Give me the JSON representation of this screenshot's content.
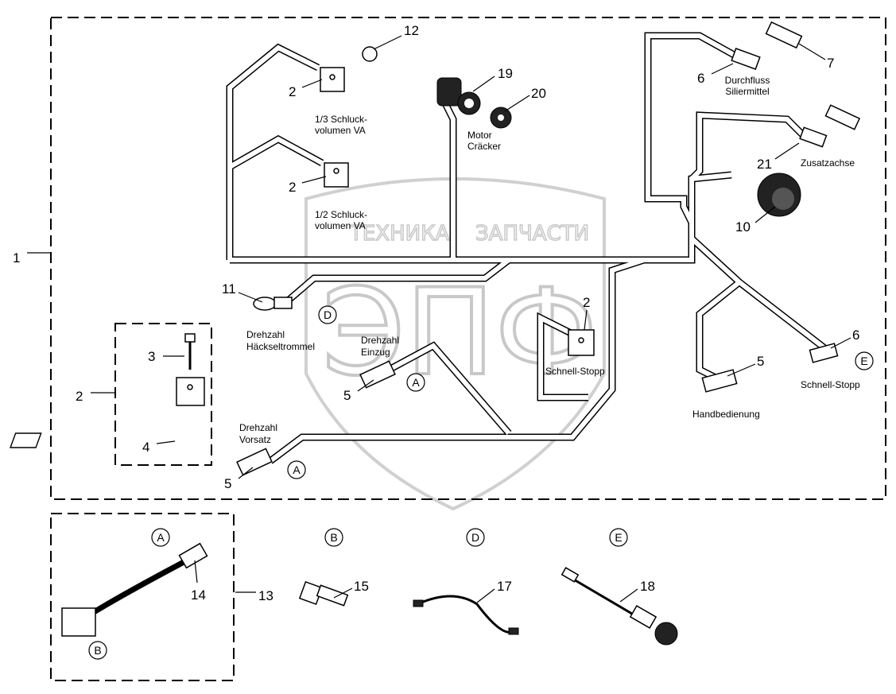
{
  "watermark": {
    "top_left": "ТЕХНИКА",
    "top_right": "ЗАПЧАСТИ",
    "big": "ЭПФ"
  },
  "callouts": {
    "c1": "1",
    "c12": "12",
    "c19": "19",
    "c20": "20",
    "c2a": "2",
    "c2b": "2",
    "c6a": "6",
    "c7": "7",
    "c21": "21",
    "c10": "10",
    "c11": "11",
    "c2c": "2",
    "c6b": "6",
    "c5a": "5",
    "c3": "3",
    "c2d": "2",
    "c4": "4",
    "c5b": "5",
    "c5c": "5",
    "c14": "14",
    "c13": "13",
    "c15": "15",
    "c17": "17",
    "c18": "18"
  },
  "letters": {
    "d_main": "D",
    "a_einzug": "A",
    "a_vorsatz": "A",
    "e_main": "E",
    "a_detail": "A",
    "b_detail_sub": "B",
    "b_detail": "B",
    "d_detail": "D",
    "e_detail": "E"
  },
  "labels": {
    "schluck13": [
      "1/3 Schluck-",
      "volumen VA"
    ],
    "schluck12": [
      "1/2 Schluck-",
      "volumen VA"
    ],
    "motor": [
      "Motor",
      "Cräcker"
    ],
    "durchfluss": [
      "Durchfluss",
      "Siliermittel"
    ],
    "zusatzachse": "Zusatzachse",
    "haeckseltrommel": [
      "Drehzahl",
      "Häckseltrommel"
    ],
    "einzug": [
      "Drehzahl",
      "Einzug"
    ],
    "schnellstopp_center": "Schnell-Stopp",
    "schnellstopp_right": "Schnell-Stopp",
    "handbedienung": "Handbedienung",
    "vorsatz": [
      "Drehzahl",
      "Vorsatz"
    ]
  }
}
